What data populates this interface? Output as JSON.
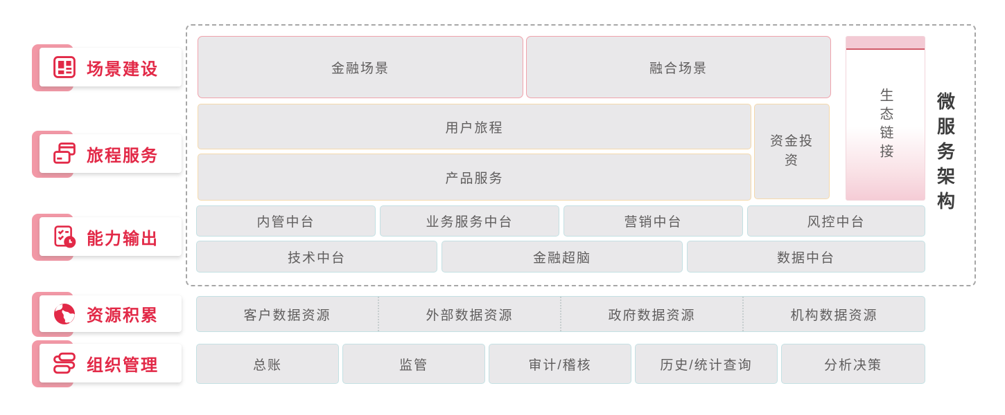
{
  "colors": {
    "accent_red": "#e22947",
    "tab_pink": "#f298a6",
    "border_pink": "#f0a2ac",
    "border_orange": "#f5d9ab",
    "border_teal": "#c3e0e3",
    "block_fill": "#e9e8ea",
    "eco_strip": "#f3cad4",
    "text_gray": "#5f5d5d"
  },
  "sidebar": {
    "items": [
      {
        "label": "场景建设",
        "icon": "layout-grid-icon"
      },
      {
        "label": "旅程服务",
        "icon": "cards-icon"
      },
      {
        "label": "能力输出",
        "icon": "checklist-clock-icon"
      },
      {
        "label": "资源积累",
        "icon": "globe-icon"
      },
      {
        "label": "组织管理",
        "icon": "org-flow-icon"
      }
    ]
  },
  "architecture": {
    "title": "微服务架构",
    "scene_row": [
      "金融场景",
      "融合场景"
    ],
    "journey": "用户旅程",
    "product": "产品服务",
    "investment": "资金投资",
    "eco_link": "生态链接",
    "mid_row1": [
      "内管中台",
      "业务服务中台",
      "营销中台",
      "风控中台"
    ],
    "mid_row2": [
      "技术中台",
      "金融超脑",
      "数据中台"
    ]
  },
  "resources": {
    "items": [
      "客户数据资源",
      "外部数据资源",
      "政府数据资源",
      "机构数据资源"
    ]
  },
  "management": {
    "items": [
      "总账",
      "监管",
      "审计/稽核",
      "历史/统计查询",
      "分析决策"
    ]
  }
}
